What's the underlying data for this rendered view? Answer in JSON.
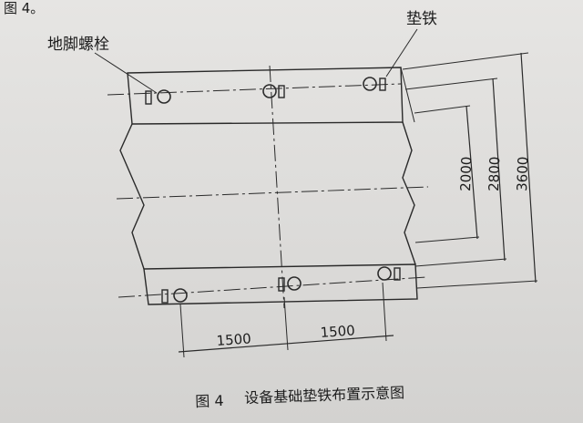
{
  "labels": {
    "top_left_fragment": "图 4。",
    "anchor_bolt": "地脚螺栓",
    "shim": "垫铁"
  },
  "dimensions": {
    "horizontal": [
      "1500",
      "1500"
    ],
    "vertical": [
      "2000",
      "2800",
      "3600"
    ]
  },
  "caption": {
    "figure_number": "图 4",
    "title": "设备基础垫铁布置示意图"
  },
  "colors": {
    "ink": "#2a2a2a",
    "paper": "#e2e1df"
  }
}
